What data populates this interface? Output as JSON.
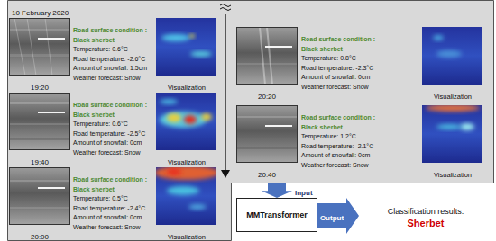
{
  "diagram": {
    "nodes": [
      {
        "text": [
          "10 February 2020"
        ]
      },
      {
        "text": [
          "MMTransformer"
        ]
      },
      {
        "text": [
          "Classification results:",
          "Sherbet"
        ]
      }
    ],
    "edges": [
      {
        "from": 0,
        "to": 1,
        "arrow": "to",
        "label": "Input"
      },
      {
        "from": 1,
        "to": 2,
        "arrow": "to",
        "label": "Output"
      }
    ],
    "labels": [
      "Road surface condition :",
      "Black sherbet",
      "Temperature: 0.6°C",
      "Road temperature: -2.6°C",
      "Amount of snowfall: 1.5cm",
      "Weather forecast: Snow",
      "19:20",
      "Visualization",
      "Road surface condition :",
      "Black sherbet",
      "Temperature: 0.6°C",
      "Road temperature: -2.5°C",
      "Amount of snowfall: 0cm",
      "Weather forecast: Snow",
      "19:40",
      "Visualization",
      "Road surface condition :",
      "Black sherbet",
      "Temperature: 0.5°C",
      "Road temperature: -2.4°C",
      "Amount of snowfall: 0cm",
      "Weather forecast: Snow",
      "20:00",
      "Visualization",
      "Road surface condition :",
      "Black sherbet",
      "Temperature: 0.8°C",
      "Road temperature: -2.3°C",
      "Amount of snowfall: 0cm",
      "Weather forecast: Snow",
      "20:20",
      "Visualization",
      "Road surface condition :",
      "Black sherbet",
      "Temperature: 1.2°C",
      "Road temperature: -2.1°C",
      "Amount of snowfall: 0cm",
      "Weather forecast: Snow",
      "20:40",
      "Visualization"
    ]
  }
}
